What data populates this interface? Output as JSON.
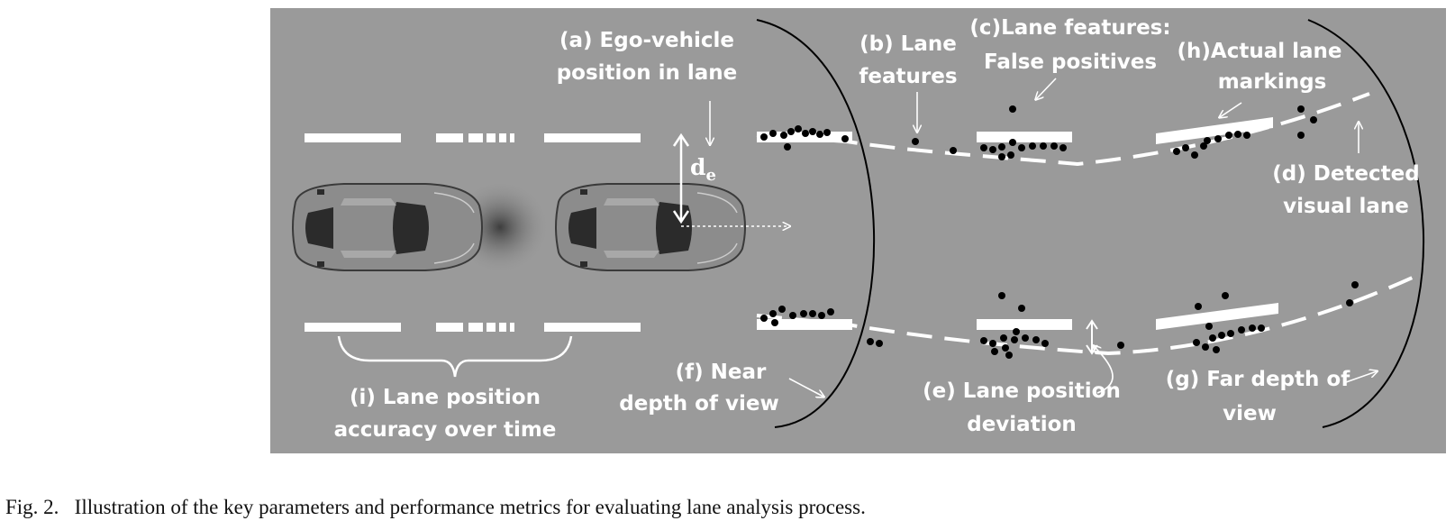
{
  "labels": {
    "a_line1": "(a) Ego-vehicle",
    "a_line2": "position in lane",
    "b_line1": "(b) Lane",
    "b_line2": "features",
    "c_line1": "(c)Lane features:",
    "c_line2": "False positives",
    "h_line1": "(h)Actual lane",
    "h_line2": "markings",
    "d_line1": "(d) Detected",
    "d_line2": "visual lane",
    "de_main": "d",
    "de_sub": "e",
    "f_line1": "(f) Near",
    "f_line2": "depth of view",
    "e_line1": "(e) Lane position",
    "e_line2": "deviation",
    "g_line1": "(g) Far depth of",
    "g_line2": "view",
    "i_line1": "(i) Lane position",
    "i_line2": "accuracy over time"
  },
  "caption": "Fig. 2.   Illustration of the key parameters and performance metrics for evaluating lane analysis process.",
  "colors": {
    "road": "#9a9a9a",
    "marking": "#ffffff",
    "feature_point": "#000000",
    "car_body": "#8c8c8c",
    "car_glass": "#2b2b2b"
  }
}
